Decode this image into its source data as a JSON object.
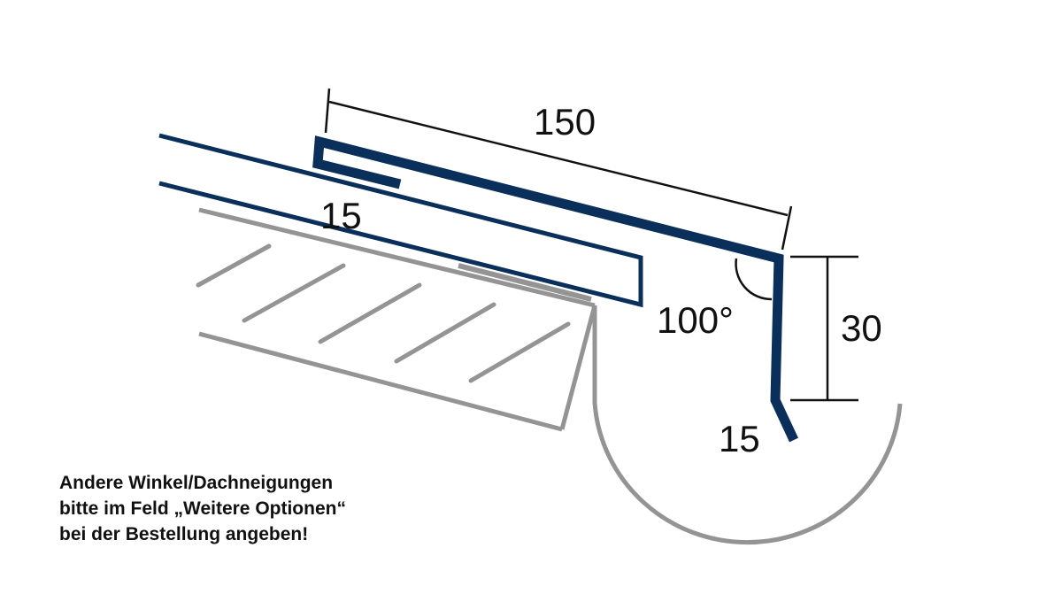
{
  "colors": {
    "profile": "#0a2f5a",
    "roof": "#949494",
    "dimension": "#111111"
  },
  "dimensions": {
    "length_top": "150",
    "hem": "15",
    "angle": "100°",
    "drop": "30",
    "drip_edge": "15"
  },
  "note": {
    "line1": "Andere Winkel/Dachneigungen",
    "line2": "bitte im Feld „Weitere Optionen“",
    "line3": "bei der Bestellung angeben!"
  }
}
